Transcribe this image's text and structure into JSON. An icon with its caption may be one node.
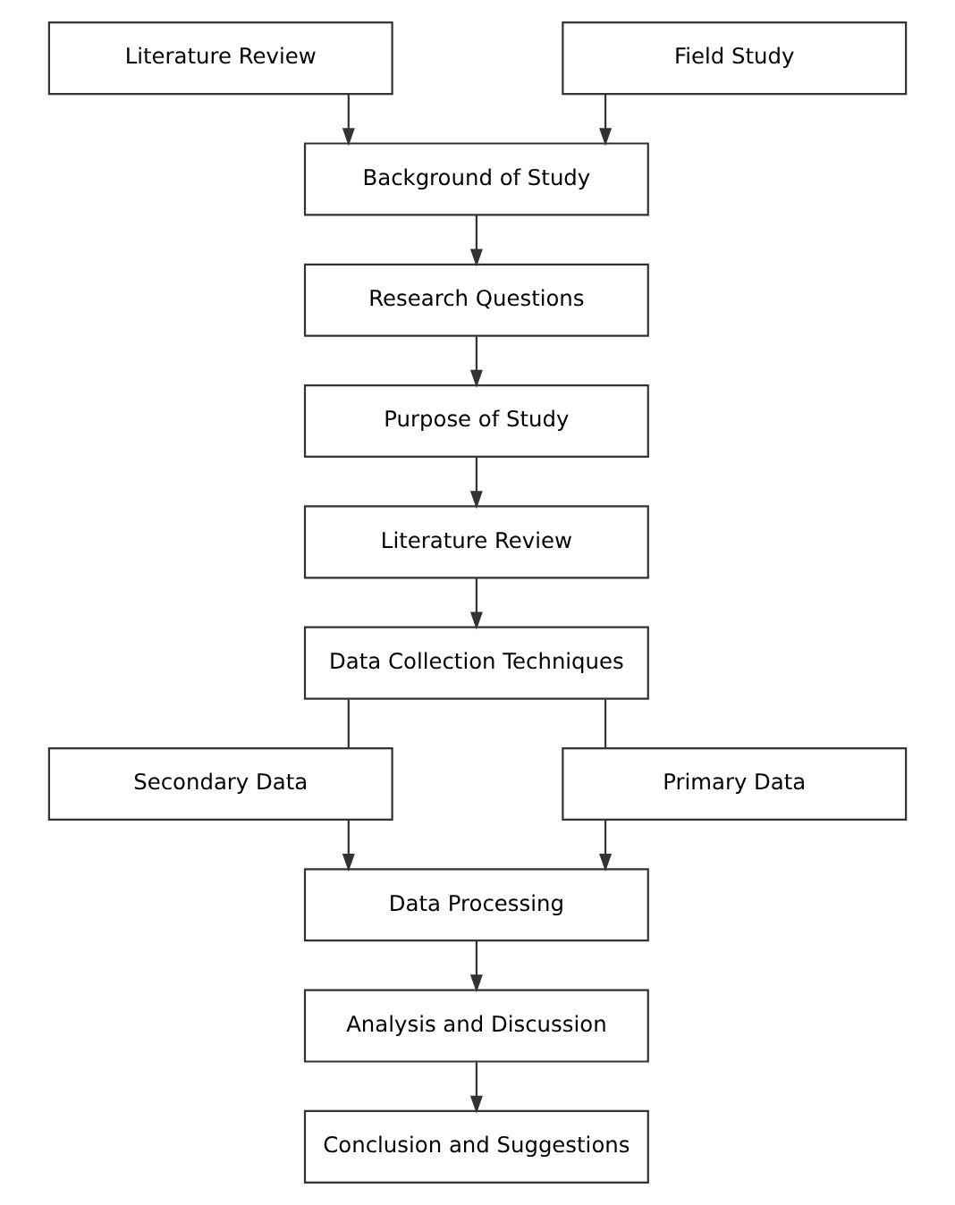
{
  "diagram": {
    "nodes": [
      {
        "text": [
          "Literature Review"
        ]
      },
      {
        "text": [
          "Field Study"
        ]
      },
      {
        "text": [
          "Background of Study"
        ]
      },
      {
        "text": [
          "Research Questions"
        ]
      },
      {
        "text": [
          "Purpose of Study"
        ]
      },
      {
        "text": [
          "Literature Review"
        ]
      },
      {
        "text": [
          "Data Collection Techniques"
        ]
      },
      {
        "text": [
          "Secondary Data"
        ]
      },
      {
        "text": [
          "Primary Data"
        ]
      },
      {
        "text": [
          "Data Processing"
        ]
      },
      {
        "text": [
          "Analysis and Discussion"
        ]
      },
      {
        "text": [
          "Conclusion and Suggestions"
        ]
      }
    ],
    "edges": [
      {
        "from": 0,
        "to": 2,
        "arrow": "to"
      },
      {
        "from": 1,
        "to": 2,
        "arrow": "to"
      },
      {
        "from": 2,
        "to": 3,
        "arrow": "to"
      },
      {
        "from": 3,
        "to": 4,
        "arrow": "to"
      },
      {
        "from": 4,
        "to": 5,
        "arrow": "to"
      },
      {
        "from": 5,
        "to": 6,
        "arrow": "to"
      },
      {
        "from": 6,
        "to": 7,
        "arrow": "none"
      },
      {
        "from": 6,
        "to": 8,
        "arrow": "none"
      },
      {
        "from": 7,
        "to": 9,
        "arrow": "to"
      },
      {
        "from": 8,
        "to": 9,
        "arrow": "to"
      },
      {
        "from": 9,
        "to": 10,
        "arrow": "to"
      },
      {
        "from": 10,
        "to": 11,
        "arrow": "to"
      }
    ]
  }
}
